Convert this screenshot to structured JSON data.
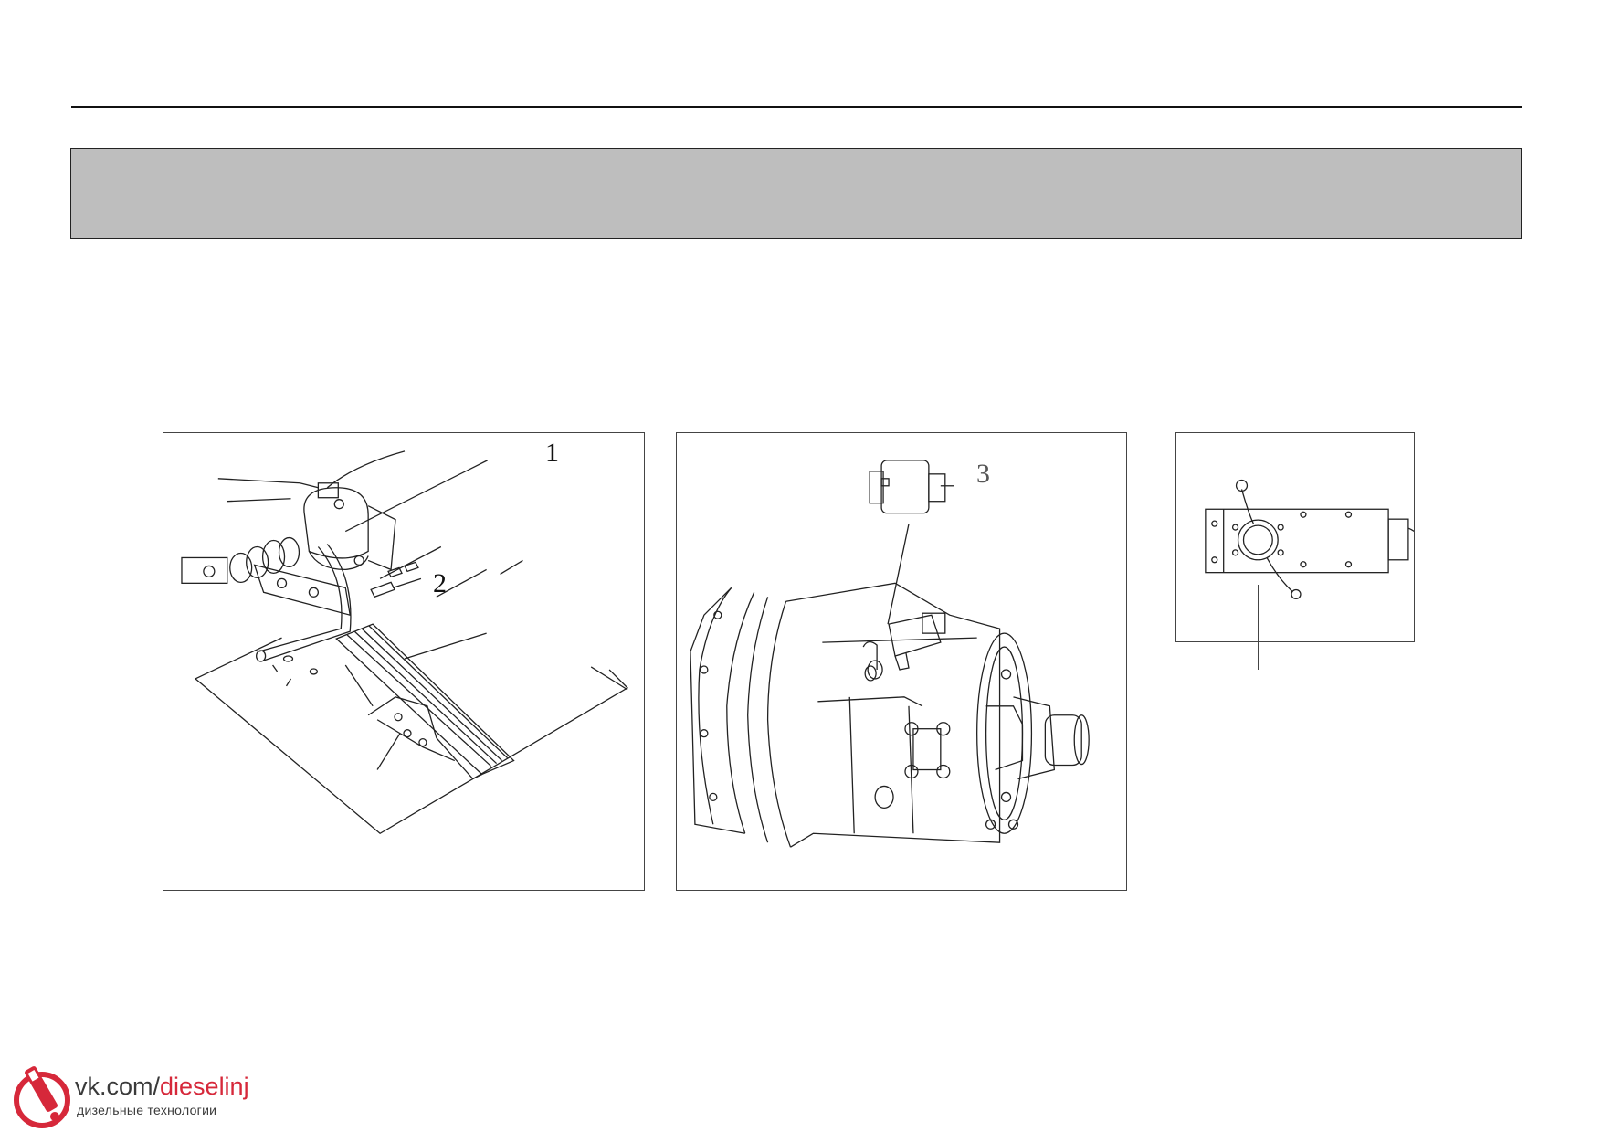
{
  "figures": [
    {
      "id": "accelerator-pedal",
      "callouts": [
        "1",
        "2"
      ]
    },
    {
      "id": "transmission",
      "callouts": [
        "3"
      ]
    },
    {
      "id": "switch-plate",
      "callouts": []
    }
  ],
  "watermark": {
    "url_prefix": "vk.com/",
    "url_suffix": "dieselinj",
    "subtitle": "дизельные технологии",
    "accent_color": "#d6283a",
    "text_color": "#3a3a3a",
    "icon": "injector-logo-icon"
  },
  "colors": {
    "banner": "#bebebe",
    "rule": "#111111"
  }
}
